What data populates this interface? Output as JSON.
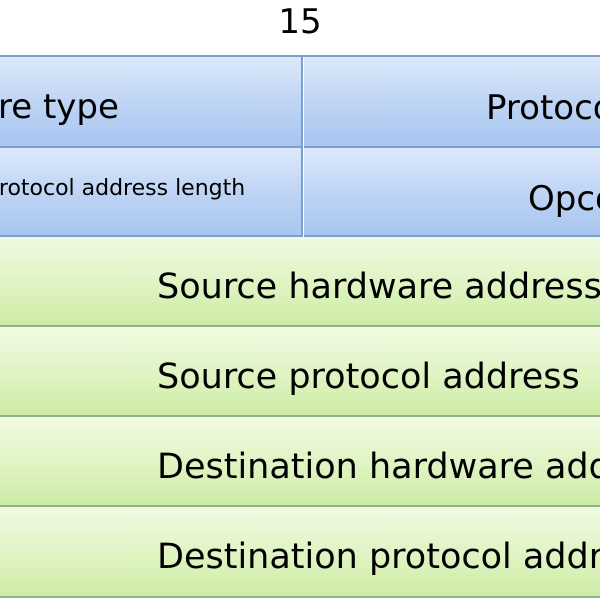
{
  "header": {
    "bit_number": "15"
  },
  "rows": {
    "hardware_type": "Hardware type",
    "protocol_type": "Protocol type",
    "protocol_address_length": "Protocol address length",
    "opcode": "Opcode",
    "source_hardware_address": "Source hardware address",
    "source_protocol_address": "Source protocol address",
    "destination_hardware_address": "Destination hardware address",
    "destination_protocol_address": "Destination protocol address"
  },
  "colors": {
    "header_fill": "#bcd3f4",
    "address_fill": "#ddf3bf",
    "border": "#7b9fcf"
  }
}
